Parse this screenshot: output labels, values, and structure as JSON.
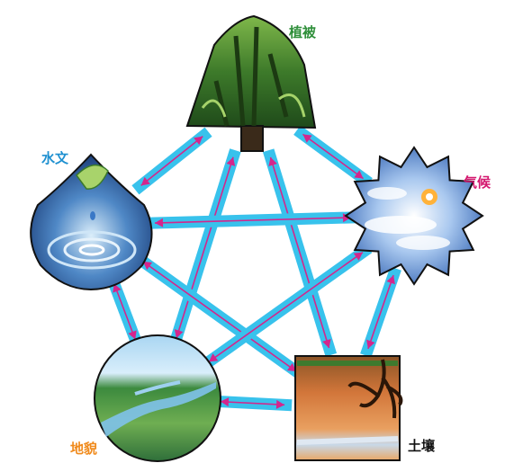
{
  "nodes": {
    "vegetation": {
      "label": "植被",
      "color": "#2f8f3a"
    },
    "hydrology": {
      "label": "水文",
      "color": "#1e90d0"
    },
    "climate": {
      "label": "气候",
      "color": "#d4186f"
    },
    "landform": {
      "label": "地貌",
      "color": "#f08a1c"
    },
    "soil": {
      "label": "土壤",
      "color": "#111111"
    }
  },
  "colors": {
    "band": "#38c2ec",
    "arrow": "#d4268c"
  },
  "links": [
    [
      "vegetation",
      "hydrology"
    ],
    [
      "vegetation",
      "climate"
    ],
    [
      "vegetation",
      "landform"
    ],
    [
      "vegetation",
      "soil"
    ],
    [
      "hydrology",
      "climate"
    ],
    [
      "hydrology",
      "landform"
    ],
    [
      "hydrology",
      "soil"
    ],
    [
      "climate",
      "landform"
    ],
    [
      "climate",
      "soil"
    ],
    [
      "landform",
      "soil"
    ]
  ]
}
